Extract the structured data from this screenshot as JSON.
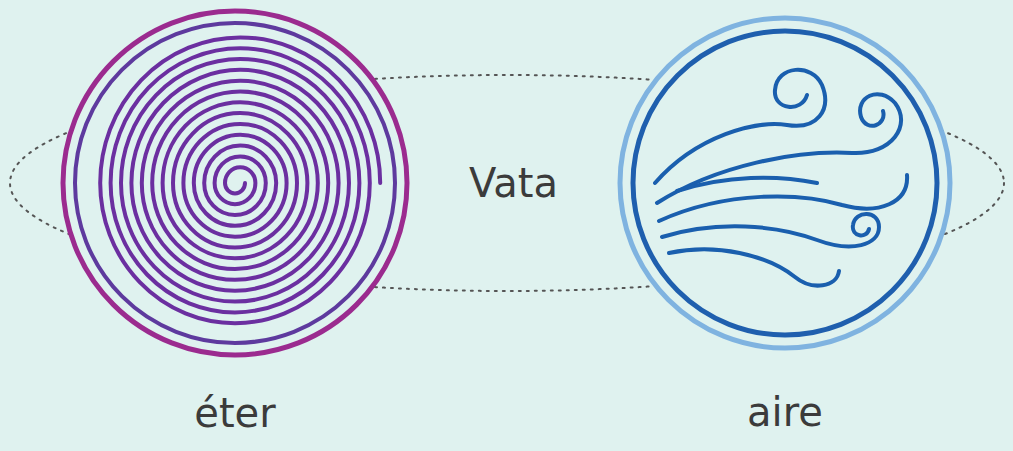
{
  "diagram": {
    "nodes": [
      {
        "text": [
          "éter"
        ]
      },
      {
        "text": [
          "aire"
        ]
      }
    ],
    "edges": [
      {
        "from": 0,
        "to": 1,
        "arrow": "none",
        "label": "Vata"
      }
    ]
  }
}
